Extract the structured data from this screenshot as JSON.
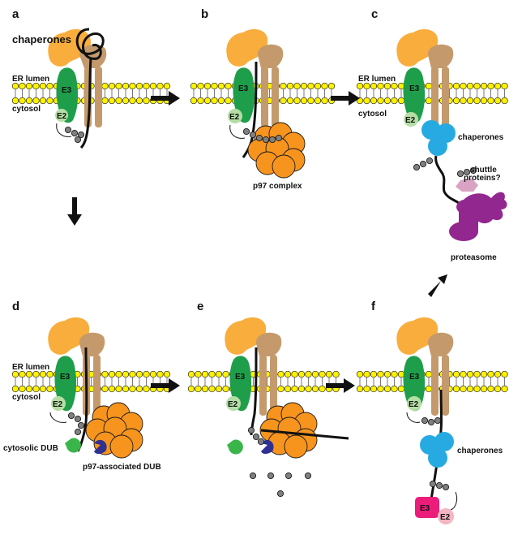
{
  "panels": {
    "a": {
      "letter": "a",
      "chaperones": "chaperones",
      "er_lumen": "ER lumen",
      "cytosol": "cytosol",
      "e3": "E3",
      "e2": "E2"
    },
    "b": {
      "letter": "b",
      "e3": "E3",
      "e2": "E2",
      "p97": "p97 complex"
    },
    "c": {
      "letter": "c",
      "er_lumen": "ER lumen",
      "cytosol": "cytosol",
      "e3": "E3",
      "e2": "E2",
      "chaperones": "chaperones",
      "shuttle_1": "shuttle",
      "shuttle_2": "proteins?",
      "proteasome": "proteasome"
    },
    "d": {
      "letter": "d",
      "er_lumen": "ER lumen",
      "cytosol": "cytosol",
      "e3": "E3",
      "e2": "E2",
      "cytosolic_dub": "cytosolic DUB",
      "p97_dub": "p97-associated DUB"
    },
    "e": {
      "letter": "e",
      "e3": "E3",
      "e2": "E2"
    },
    "f": {
      "letter": "f",
      "e3": "E3",
      "e2": "E2",
      "chaperones": "chaperones",
      "e3_cyto": "E3",
      "e2_cyto": "E2"
    }
  },
  "colors": {
    "orange_lumen": "#f9ad3c",
    "tan": "#c49a6c",
    "e3_green": "#1e9e4a",
    "e2_green": "#b5dea5",
    "lipid_yellow": "#fff200",
    "p97_orange": "#f7941d",
    "chaperone_blue": "#27aae1",
    "proteasome_purple": "#92278f",
    "shuttle_pink": "#d9a3c4",
    "dub_green": "#3ab54a",
    "dub_navy": "#2e3192",
    "e3_magenta": "#ec1c7b",
    "e2_pink": "#f4b6c2",
    "ubiquitin_gray": "#808080"
  }
}
